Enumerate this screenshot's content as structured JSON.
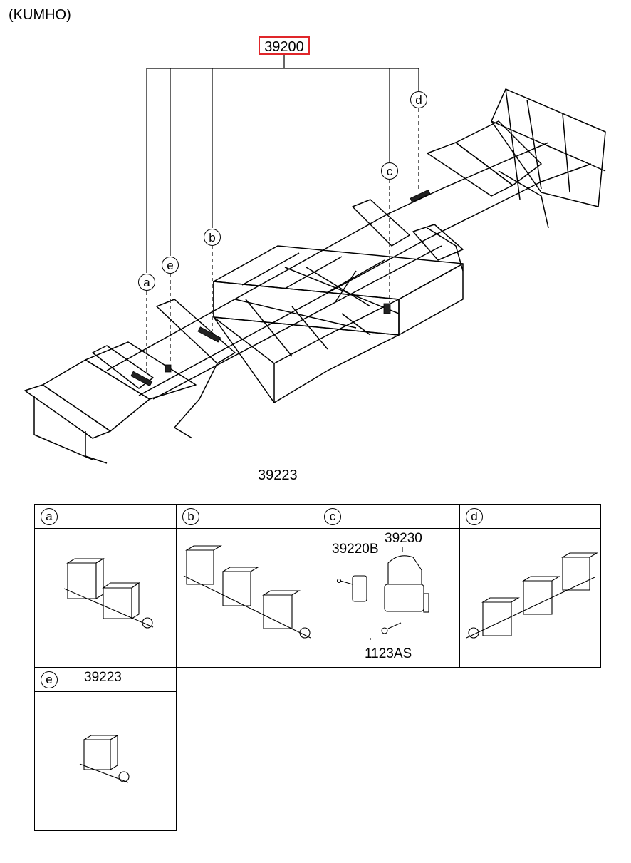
{
  "maker_label": "(KUMHO)",
  "main_part_number": "39200",
  "frame_part_number": "39223",
  "callouts": [
    "a",
    "e",
    "b",
    "c",
    "d"
  ],
  "detail_cells": [
    {
      "letter": "a",
      "parts": []
    },
    {
      "letter": "b",
      "parts": []
    },
    {
      "letter": "c",
      "parts": [
        "39220B",
        "39230",
        "1123AS"
      ]
    },
    {
      "letter": "d",
      "parts": []
    },
    {
      "letter": "e",
      "parts": [
        "39223"
      ]
    }
  ],
  "colors": {
    "highlight_box": "#e0262a",
    "line": "#000000"
  }
}
